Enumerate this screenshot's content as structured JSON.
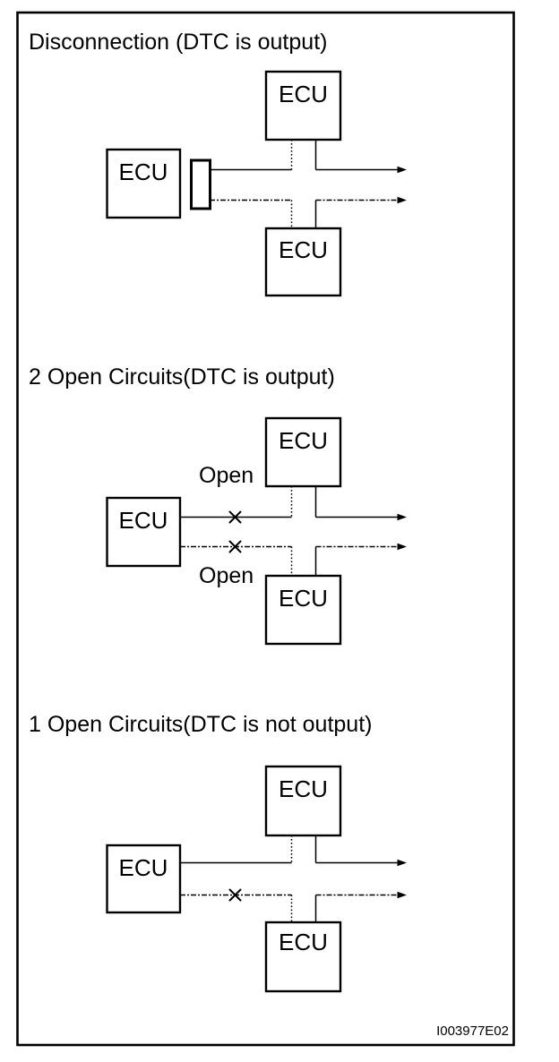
{
  "figure": {
    "background": "#ffffff",
    "line_color": "#000000",
    "code": "I003977E02",
    "ecu_label": "ECU",
    "open_label": "Open",
    "sections": [
      {
        "title": "Disconnection (DTC is output)"
      },
      {
        "title": "2 Open Circuits(DTC is output)"
      },
      {
        "title": "1 Open Circuits(DTC is not output)"
      }
    ]
  }
}
